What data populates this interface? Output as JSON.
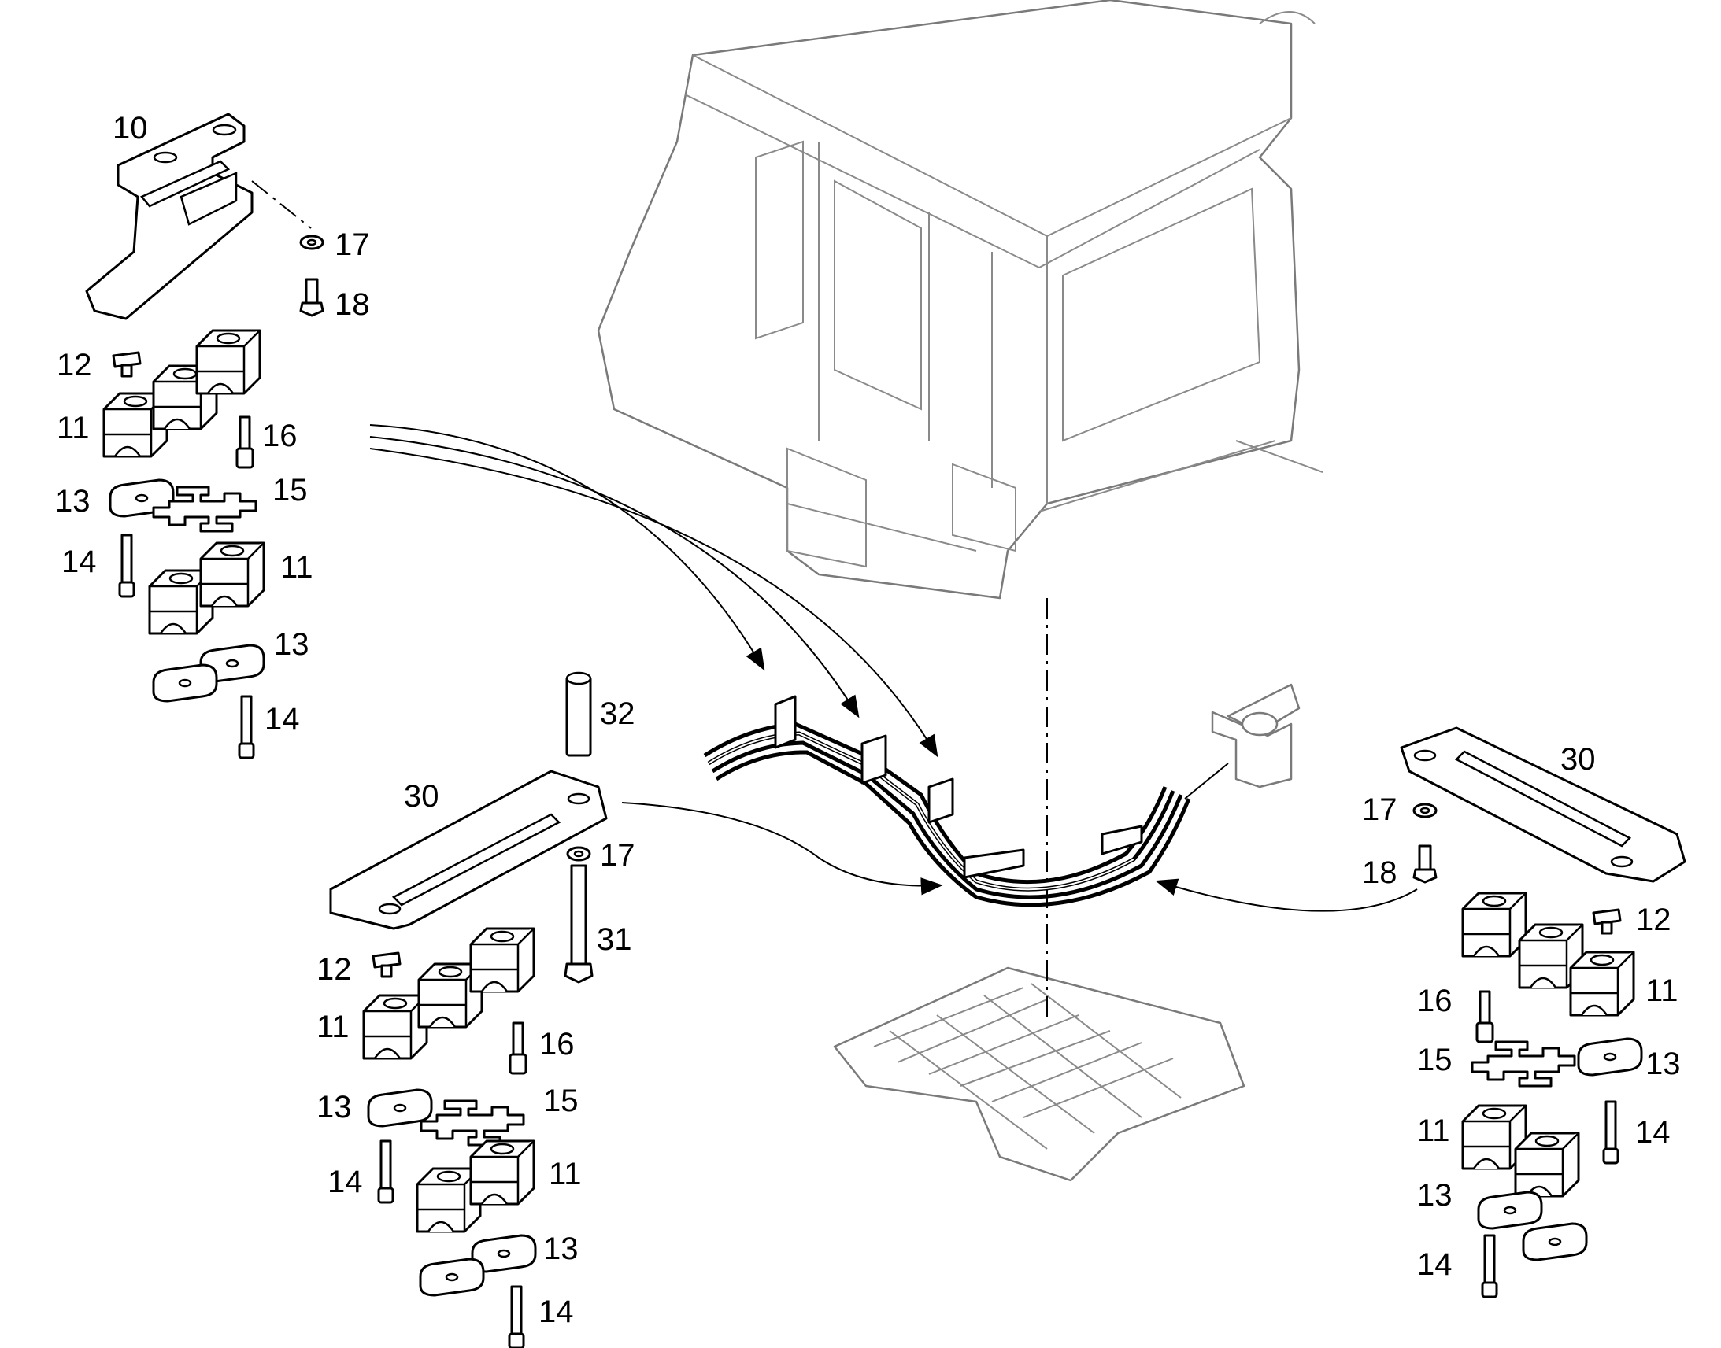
{
  "diagram": {
    "callouts": {
      "bracket": "10",
      "clamp_body": "11",
      "weld_nut": "12",
      "cover_plate": "13",
      "screw": "14",
      "spacer_plate": "15",
      "stud": "16",
      "washer": "17",
      "bolt": "18",
      "mounting_bar": "30",
      "long_bolt": "31",
      "spacer_sleeve": "32"
    }
  }
}
